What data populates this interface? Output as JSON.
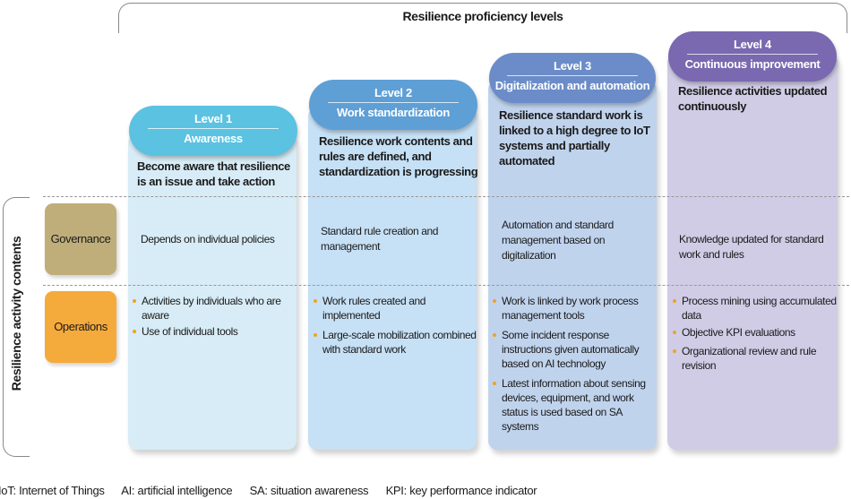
{
  "header": {
    "title": "Resilience proficiency levels"
  },
  "side": {
    "title": "Resilience activity contents"
  },
  "rows": [
    {
      "label": "Governance",
      "color": "#c0ae7a"
    },
    {
      "label": "Operations",
      "color": "#f5aa3c"
    }
  ],
  "levels": [
    {
      "level": "Level 1",
      "name": "Awareness",
      "color": "#5bc2e1",
      "description": "Become aware that resilience is an issue and take action",
      "governance": "Depends on individual policies",
      "operations": [
        "Activities by individuals who are aware",
        "Use of individual tools"
      ]
    },
    {
      "level": "Level 2",
      "name": "Work standardization",
      "color": "#5e9fd6",
      "description": "Resilience work contents and rules are defined, and standardization is progressing",
      "governance": "Standard rule creation and management",
      "operations": [
        "Work rules created and implemented",
        "Large-scale mobilization combined with standard work"
      ]
    },
    {
      "level": "Level 3",
      "name": "Digitalization and automation",
      "color": "#6b8cc8",
      "description": "Resilience standard work is linked to a high degree to IoT systems and partially automated",
      "governance": "Automation and standard management based on digitalization",
      "operations": [
        "Work is linked by work process management tools",
        "Some incident response instructions given automatically based on AI technology",
        "Latest information about sensing devices, equipment, and work status is used based on SA systems"
      ]
    },
    {
      "level": "Level 4",
      "name": "Continuous improvement",
      "color": "#7a68b0",
      "description": "Resilience activities updated continuously",
      "governance": "Knowledge updated for standard work and rules",
      "operations": [
        "Process mining using accumulated data",
        "Objective KPI evaluations",
        "Organizational review and rule revision"
      ]
    }
  ],
  "footer": {
    "abbreviations": [
      "IoT: Internet of Things",
      "AI: artificial intelligence",
      "SA: situation awareness",
      "KPI: key performance indicator"
    ]
  }
}
